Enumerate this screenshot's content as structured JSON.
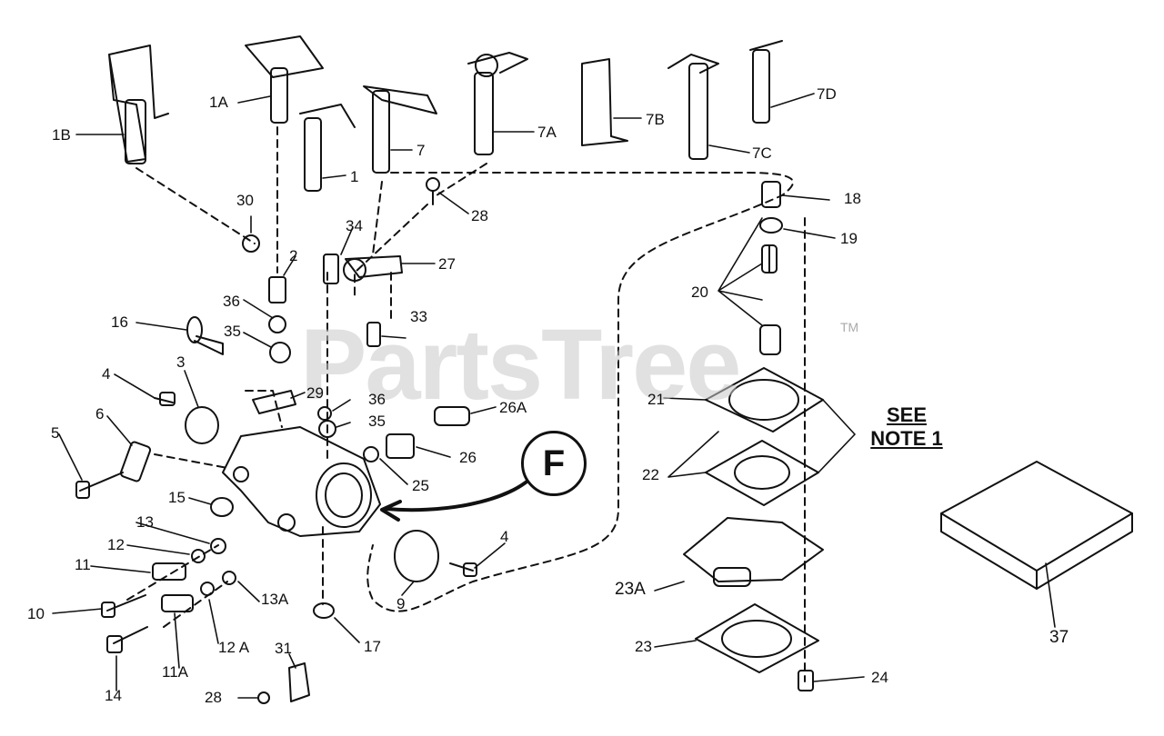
{
  "watermark": "PartsTree",
  "trademark": "TM",
  "note": {
    "line1": "SEE",
    "line2": "NOTE 1"
  },
  "badge": "F",
  "labels": {
    "l1B": "1B",
    "l1A": "1A",
    "l1": "1",
    "l7": "7",
    "l7A": "7A",
    "l7B": "7B",
    "l7C": "7C",
    "l7D": "7D",
    "l30": "30",
    "l2": "2",
    "l34": "34",
    "l28a": "28",
    "l27": "27",
    "l36a": "36",
    "l35a": "35",
    "l16": "16",
    "l33": "33",
    "l4a": "4",
    "l3": "3",
    "l29": "29",
    "l36b": "36",
    "l35b": "35",
    "l26A": "26A",
    "l6": "6",
    "l5": "5",
    "l26": "26",
    "l25": "25",
    "l15": "15",
    "l13": "13",
    "l12": "12",
    "l11": "11",
    "l10": "10",
    "l13A": "13A",
    "l12A": "12 A",
    "l11A": "11A",
    "l14": "14",
    "l28b": "28",
    "l31": "31",
    "l17": "17",
    "l9": "9",
    "l4b": "4",
    "l18": "18",
    "l19": "19",
    "l20": "20",
    "l21": "21",
    "l22": "22",
    "l23A": "23A",
    "l23": "23",
    "l24": "24",
    "l37": "37"
  }
}
